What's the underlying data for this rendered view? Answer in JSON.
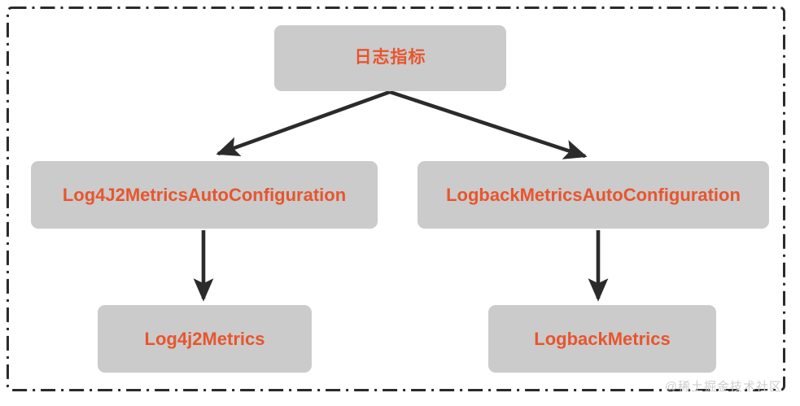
{
  "diagram": {
    "title_node": {
      "label": "日志指标",
      "icon": "root-node"
    },
    "nodes": [
      {
        "id": "log4j2-config",
        "label": "Log4J2MetricsAutoConfiguration"
      },
      {
        "id": "logback-config",
        "label": "LogbackMetricsAutoConfiguration"
      },
      {
        "id": "log4j2-metrics",
        "label": "Log4j2Metrics"
      },
      {
        "id": "logback-metrics",
        "label": "LogbackMetrics"
      }
    ],
    "colors": {
      "node_fill": "#cbcbcb",
      "node_text": "#e8552d",
      "edge": "#2b2b2b",
      "frame": "#2b2b2b",
      "watermark": "#cfcfcf",
      "background": "#ffffff"
    }
  },
  "watermark": {
    "text": "@稀土掘金技术社区"
  }
}
